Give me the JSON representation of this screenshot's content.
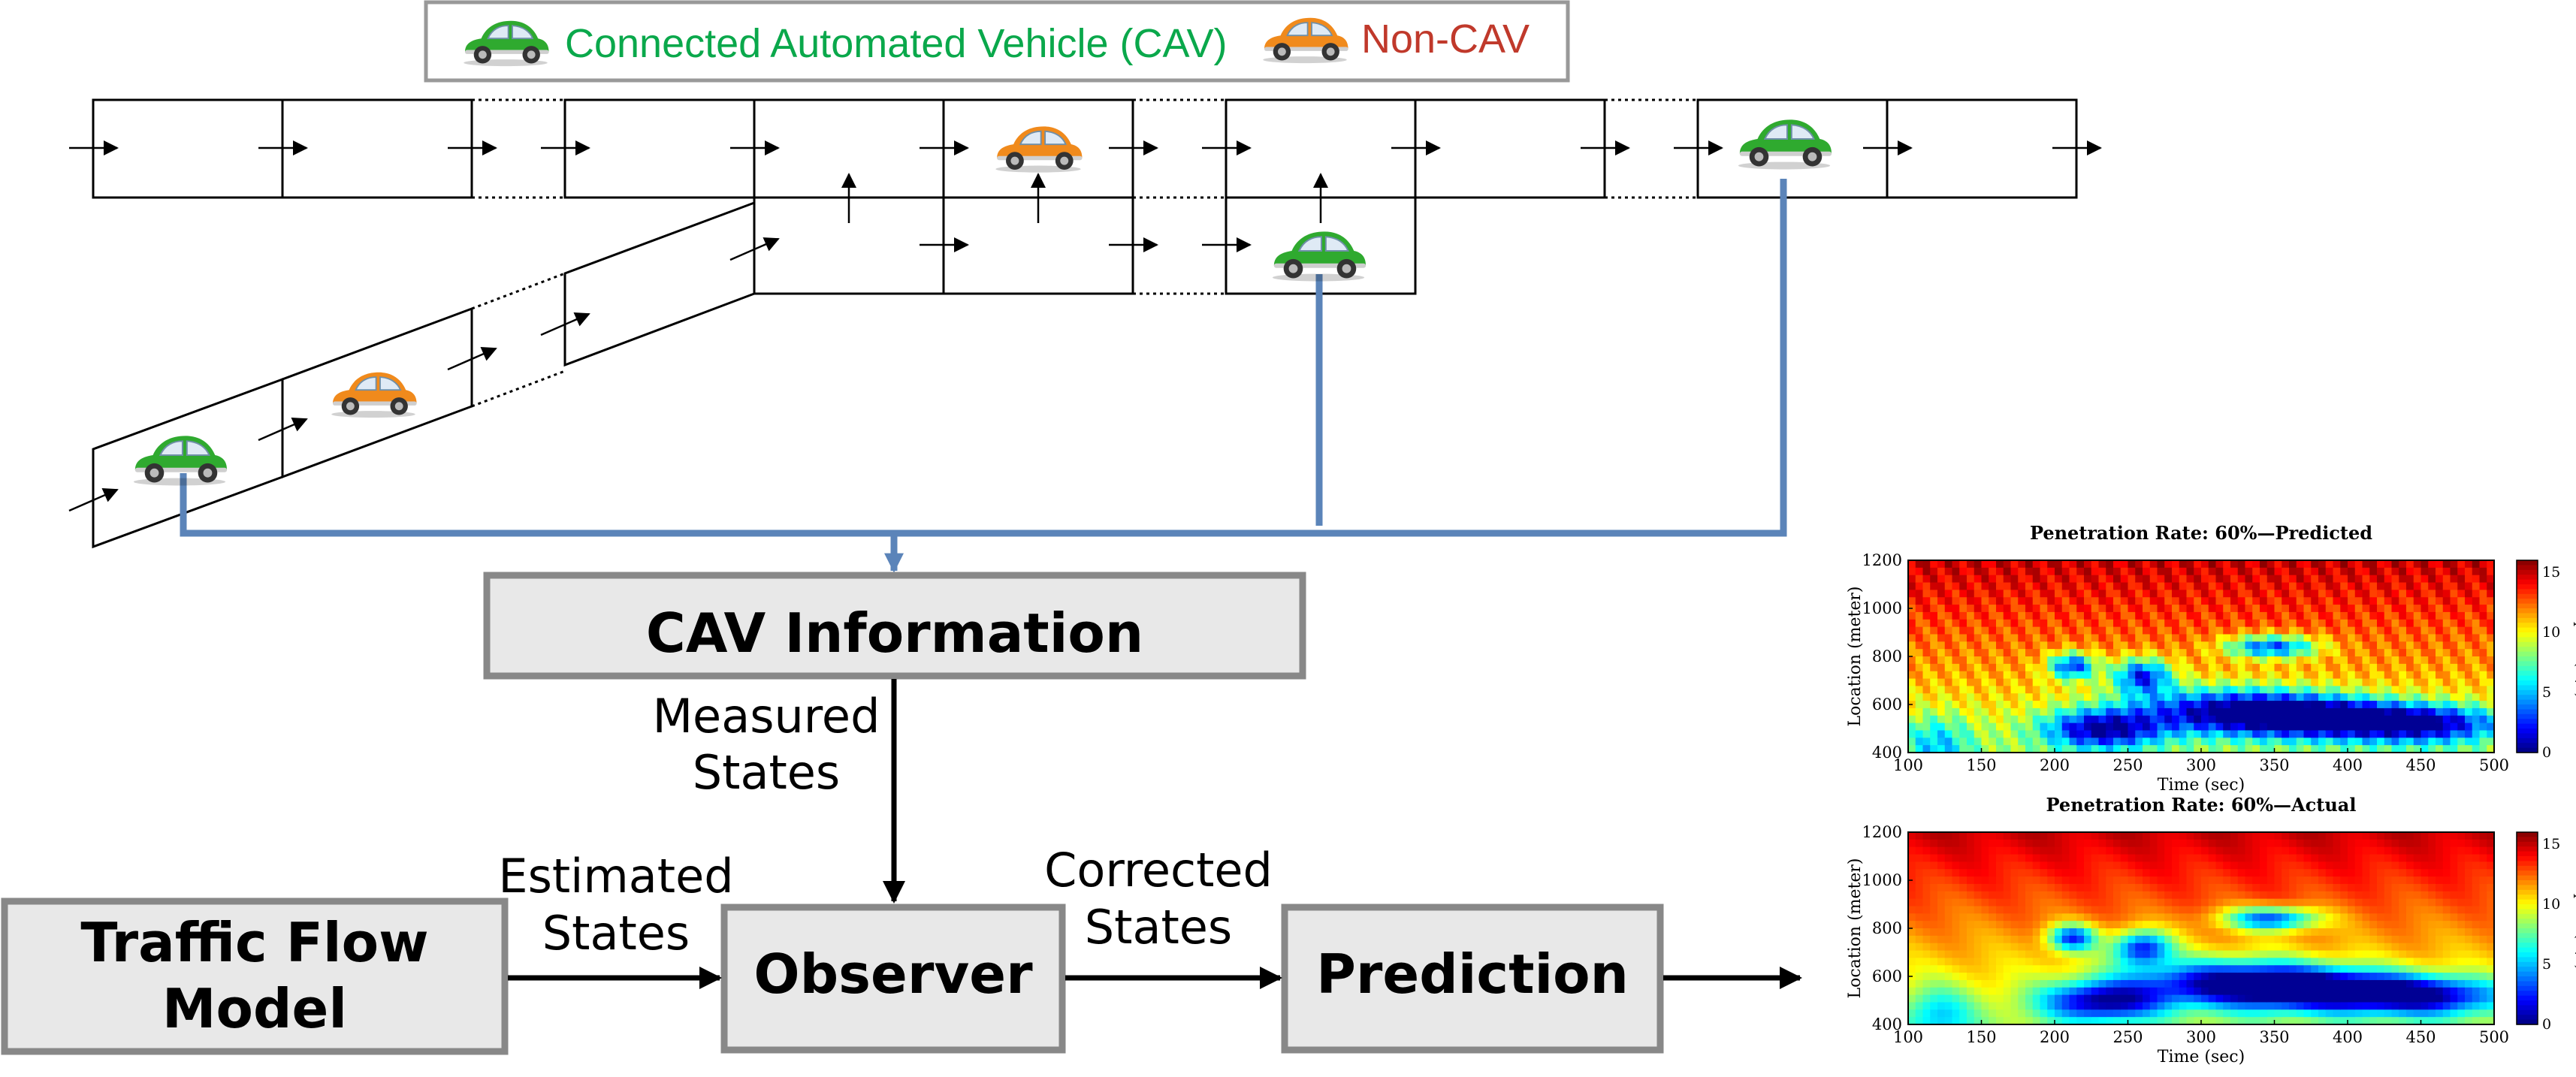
{
  "legend": {
    "cav_label": "Connected Automated Vehicle (CAV)",
    "noncav_label": "Non-CAV",
    "cav_color": "#0aa84b",
    "noncav_color": "#c0392b"
  },
  "blocks": {
    "cav_info": "CAV Information",
    "traffic_flow_line1": "Traffic Flow",
    "traffic_flow_line2": "Model",
    "observer": "Observer",
    "prediction": "Prediction"
  },
  "flows": {
    "measured_line1": "Measured",
    "measured_line2": "States",
    "estimated_line1": "Estimated",
    "estimated_line2": "States",
    "corrected_line1": "Corrected",
    "corrected_line2": "States"
  },
  "colors": {
    "connector": "#5b84b9",
    "box_fill": "#e8e8e8",
    "box_border": "#888888",
    "car_green": "#2faa2f",
    "car_orange": "#f08a1c"
  },
  "chart_data": [
    {
      "type": "heatmap",
      "title": "Penetration Rate: 60%—Predicted",
      "xlabel": "Time (sec)",
      "ylabel": "Location (meter)",
      "xticks": [
        "100",
        "150",
        "200",
        "250",
        "300",
        "350",
        "400",
        "450",
        "500"
      ],
      "yticks": [
        "400",
        "600",
        "800",
        "1000",
        "1200"
      ],
      "xlim": [
        100,
        500
      ],
      "ylim": [
        400,
        1200
      ],
      "colorbar_label": "speed (m/s)",
      "colorbar_ticks": [
        "0",
        "5",
        "10",
        "15"
      ],
      "colorbar_range": [
        0,
        16
      ]
    },
    {
      "type": "heatmap",
      "title": "Penetration Rate: 60%—Actual",
      "xlabel": "Time (sec)",
      "ylabel": "Location (meter)",
      "xticks": [
        "100",
        "150",
        "200",
        "250",
        "300",
        "350",
        "400",
        "450",
        "500"
      ],
      "yticks": [
        "400",
        "600",
        "800",
        "1000",
        "1200"
      ],
      "xlim": [
        100,
        500
      ],
      "ylim": [
        400,
        1200
      ],
      "colorbar_label": "speed (m/s)",
      "colorbar_ticks": [
        "0",
        "5",
        "10",
        "15"
      ],
      "colorbar_range": [
        0,
        16
      ]
    }
  ]
}
